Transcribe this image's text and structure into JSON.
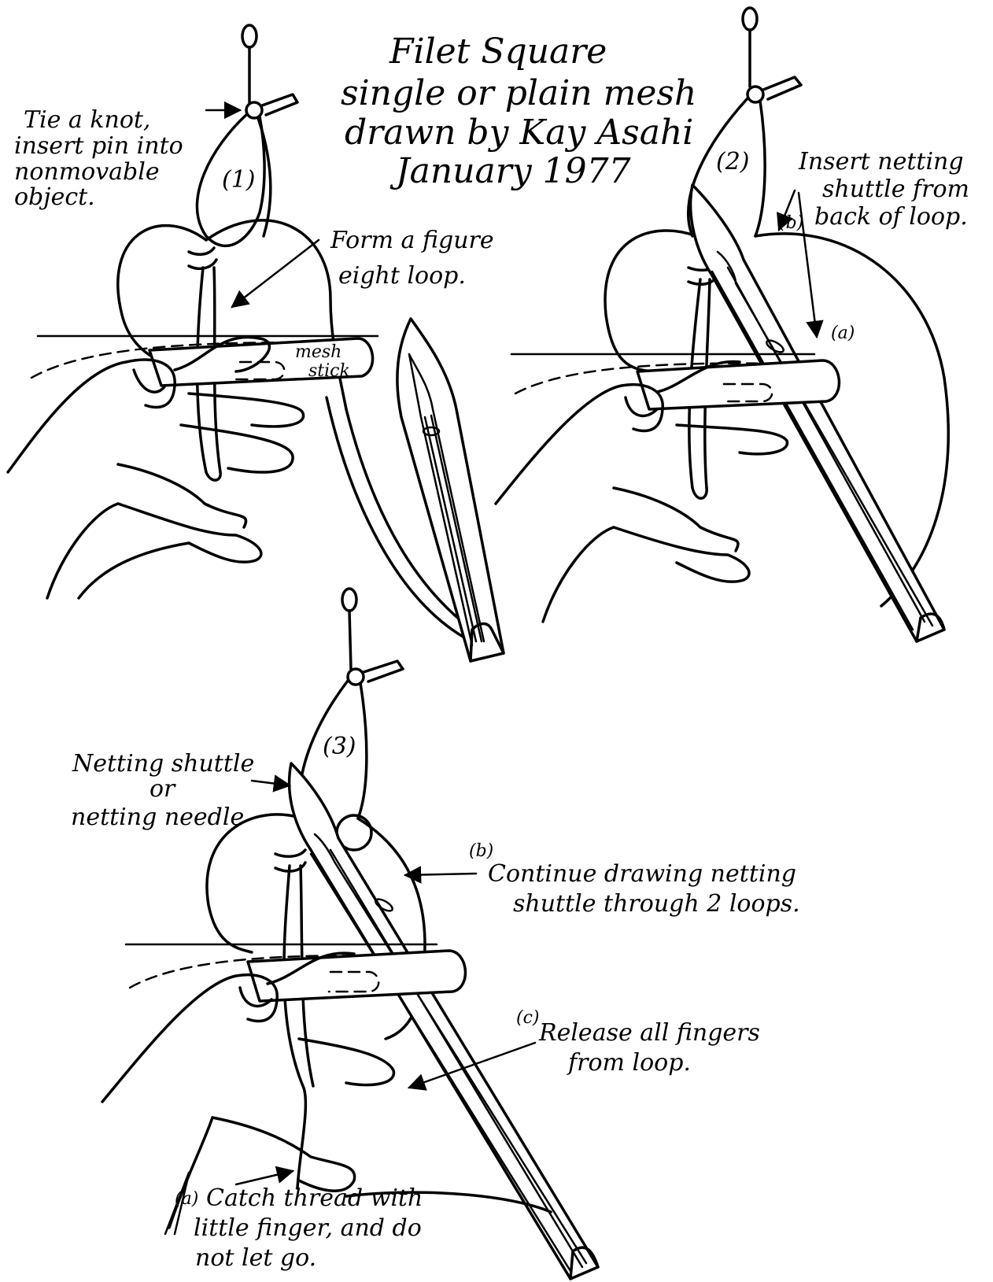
{
  "title": {
    "line1": "Filet Square",
    "line2": "single or plain mesh",
    "line3": "drawn by Kay Asahi",
    "line4": "January 1977"
  },
  "panel1": {
    "step_label": "(1)",
    "knot_note": [
      "Tie a knot,",
      "insert pin into",
      "nonmovable",
      "object."
    ],
    "loop_note": [
      "Form a figure",
      "eight loop."
    ],
    "stick_label": [
      "mesh",
      "stick"
    ]
  },
  "panel2": {
    "step_label": "(2)",
    "marker_b": "(b)",
    "marker_a": "(a)",
    "insert_note": [
      "Insert netting",
      "shuttle from",
      "back of loop."
    ]
  },
  "panel3": {
    "step_label": "(3)",
    "shuttle_note": [
      "Netting shuttle",
      "or",
      "netting needle"
    ],
    "marker_b": "(b)",
    "continue_note": [
      "Continue drawing netting",
      "shuttle through 2 loops."
    ],
    "marker_c": "(c)",
    "release_note": [
      "Release all fingers",
      "from loop."
    ],
    "marker_a": "(a)",
    "catch_note": [
      "Catch thread with",
      "little finger, and do",
      "not let go."
    ]
  }
}
